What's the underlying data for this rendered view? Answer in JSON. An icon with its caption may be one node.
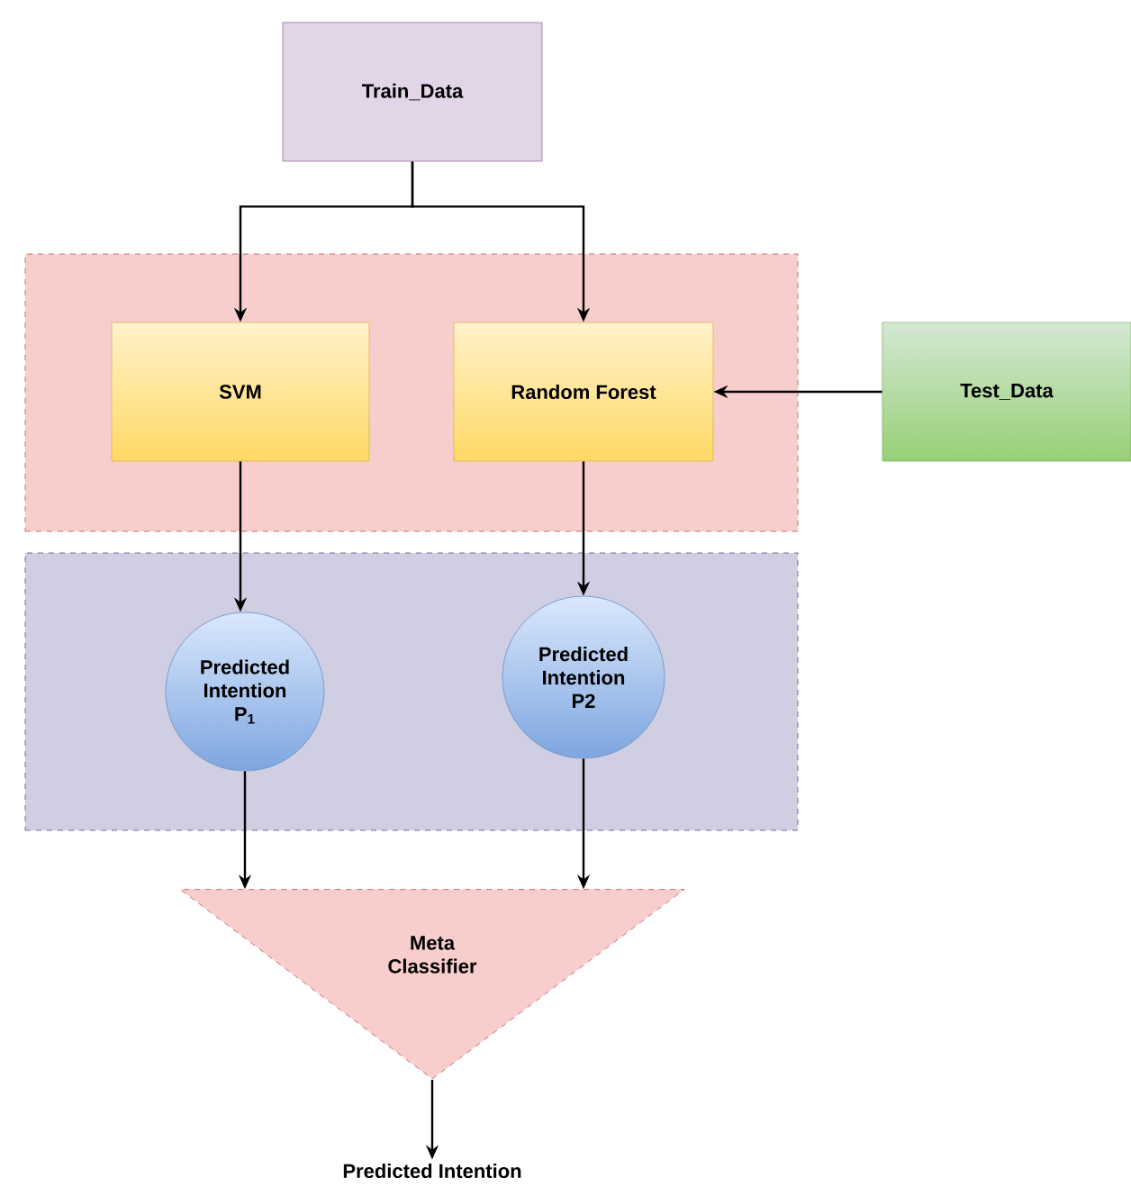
{
  "diagram": {
    "nodes": [
      {
        "text": [
          "Train_Data"
        ]
      },
      {
        "text": [],
        "shape": "box"
      },
      {
        "text": [
          "SVM"
        ],
        "in": 1
      },
      {
        "text": [
          "Random Forest"
        ],
        "in": 1
      },
      {
        "text": [
          "Test_Data"
        ]
      },
      {
        "text": [],
        "shape": "box"
      },
      {
        "text": [
          "Predicted Intention P$_{1}$"
        ],
        "in": 5
      },
      {
        "text": [
          "Predicted Intention P2"
        ],
        "in": 5
      },
      {
        "text": [
          "Meta Classifier"
        ]
      },
      {
        "text": [
          "Predicted Intention"
        ]
      }
    ],
    "edges": [
      {
        "from": 0,
        "to": 2,
        "arrow": "to"
      },
      {
        "from": 0,
        "to": 3,
        "arrow": "to"
      },
      {
        "from": 4,
        "to": 3,
        "arrow": "to"
      },
      {
        "from": 2,
        "to": 6,
        "arrow": "to"
      },
      {
        "from": 3,
        "to": 7,
        "arrow": "to"
      },
      {
        "from": 6,
        "to": 8,
        "arrow": "to"
      },
      {
        "from": 7,
        "to": 8,
        "arrow": "to"
      },
      {
        "from": 8,
        "to": 9,
        "arrow": "to"
      }
    ]
  }
}
